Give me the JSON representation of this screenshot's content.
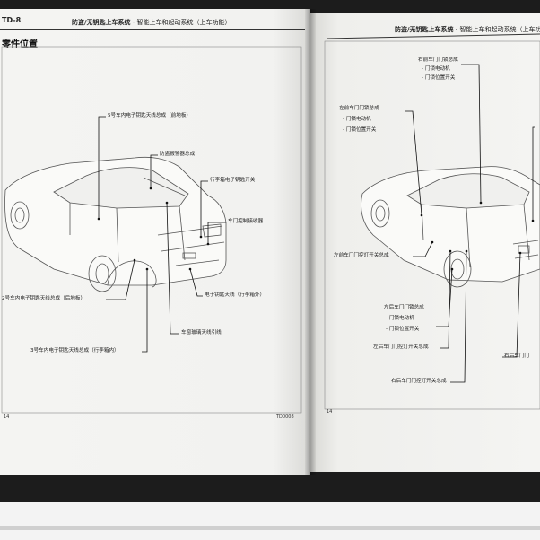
{
  "left_page": {
    "code": "TD-8",
    "header": "防盗/无钥匙上车系统",
    "subheader": "- 智能上车和起动系统（上车功能）",
    "section_title": "零件位置",
    "labels": {
      "antenna5": "5号车内电子钥匙天线总成（前地板）",
      "buzzer": "防盗报警器总成",
      "trunk_switch": "行李箱电子钥匙开关",
      "door_ecu": "车门控制接收器",
      "antenna_trunk": "电子钥匙天线（行李箱外）",
      "antenna2": "2号车内电子钥匙天线总成（后地板）",
      "lead": "车窗玻璃天线引线",
      "antenna3": "3号车内电子钥匙天线总成（行李箱内）"
    },
    "footer_left": "14",
    "footer_right": "TD0008"
  },
  "right_page": {
    "header": "防盗/无钥匙上车系统",
    "subheader": "- 智能上车和起动系统（上车功能）",
    "labels": {
      "rf_lock": "右前车门门锁总成",
      "rf_motor": "- 门锁电动机",
      "rf_switch": "- 门锁位置开关",
      "lf_lock": "左前车门门锁总成",
      "lf_motor": "- 门锁电动机",
      "lf_switch": "- 门锁位置开关",
      "lf_lamp": "左前车门门控灯开关总成",
      "lr_lock": "左后车门门锁总成",
      "lr_motor": "- 门锁电动机",
      "lr_switch": "- 门锁位置开关",
      "lr_lamp": "左后车门门控灯开关总成",
      "rr_lamp": "右后车门门控灯开关总成",
      "rr_lock": "右后车门门"
    },
    "footer_left": "14"
  }
}
